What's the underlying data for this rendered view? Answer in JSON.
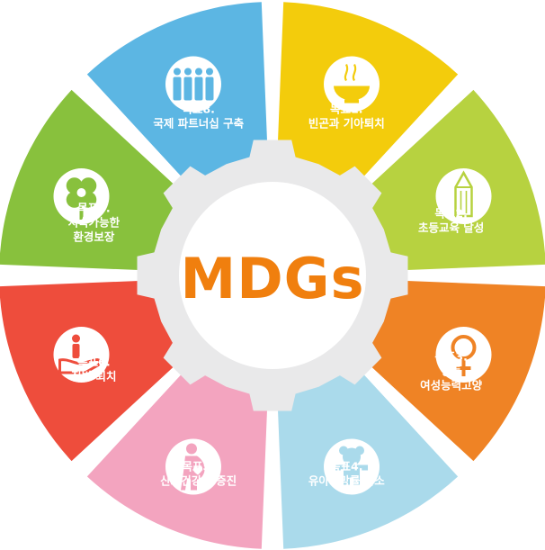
{
  "center": {
    "title": "MDGs"
  },
  "colors": {
    "gear": "#e9e9ea",
    "gear_inner": "#ffffff",
    "center_text": "#f07f0e"
  },
  "goals": [
    {
      "num_label": "목표1.",
      "text_lines": [
        "빈곤과 기아퇴치"
      ],
      "color": "#f3cc0c",
      "icon": "bowl-icon"
    },
    {
      "num_label": "목표2.",
      "text_lines": [
        "초등교육 달성"
      ],
      "color": "#b7d240",
      "icon": "pencil-icon"
    },
    {
      "num_label": "목표3.",
      "text_lines": [
        "평등",
        "여성능력고양"
      ],
      "color": "#ef8325",
      "icon": "female-symbol-icon"
    },
    {
      "num_label": "목표4.",
      "text_lines": [
        "유아사망률 감소"
      ],
      "color": "#aadaeb",
      "icon": "teddy-bear-icon"
    },
    {
      "num_label": "목표5.",
      "text_lines": [
        "산모건강의 증진"
      ],
      "color": "#f3a4bf",
      "icon": "pregnant-woman-icon"
    },
    {
      "num_label": "목표6.",
      "text_lines": [
        "질병 퇴치"
      ],
      "color": "#ee4d3c",
      "icon": "hand-care-icon"
    },
    {
      "num_label": "목표7.",
      "text_lines": [
        "지속가능한",
        "환경보장"
      ],
      "color": "#88c13d",
      "icon": "clover-icon"
    },
    {
      "num_label": "목표8.",
      "text_lines": [
        "국제 파트너십 구축"
      ],
      "color": "#5cb6e3",
      "icon": "people-group-icon"
    }
  ]
}
